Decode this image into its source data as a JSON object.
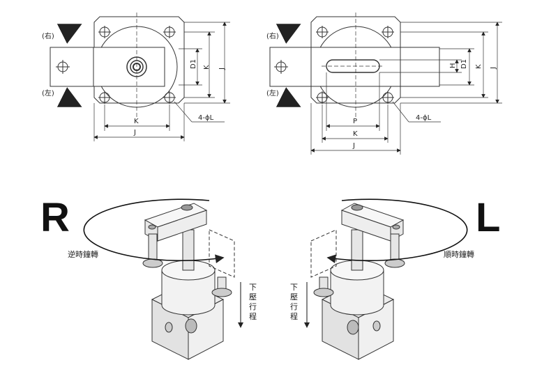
{
  "top_left": {
    "rot_right": "(右)",
    "rot_left": "(左)",
    "dims": {
      "d1": "D1",
      "k_vert": "K",
      "j_vert": "J",
      "k_horiz": "K",
      "j_horiz": "J",
      "hole": "4-ϕL"
    }
  },
  "top_right": {
    "rot_right": "(右)",
    "rot_left": "(左)",
    "dims": {
      "h": "H",
      "d1": "D1",
      "k_vert": "K",
      "j_vert": "J",
      "p": "P",
      "k_horiz": "K",
      "j_horiz": "J",
      "hole": "4-ϕL"
    }
  },
  "bottom_left": {
    "letter": "R",
    "rotation_label": "逆時鐘轉",
    "stroke_label": [
      "下",
      "壓",
      "行",
      "程"
    ]
  },
  "bottom_right": {
    "letter": "L",
    "rotation_label": "順時鐘轉",
    "stroke_label": [
      "下",
      "壓",
      "行",
      "程"
    ]
  }
}
